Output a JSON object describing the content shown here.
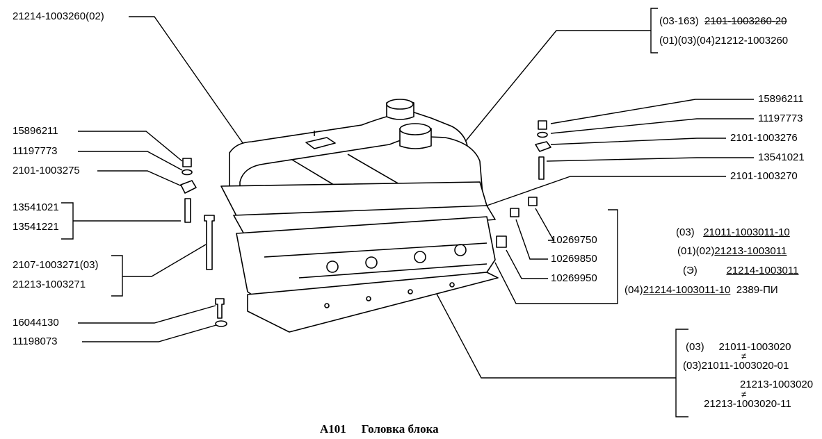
{
  "caption": {
    "code": "А101",
    "title": "Головка блока"
  },
  "left_labels": {
    "cover_top": "21214-1003260(02)",
    "nut": "15896211",
    "washer": "11197773",
    "plate": "2101-1003275",
    "stud_a": "13541021",
    "stud_b": "13541221",
    "bolt_a": "2107-1003271(03)",
    "bolt_b": "21213-1003271",
    "bolt_small": "16044130",
    "washer_small": "11198073"
  },
  "right_top": {
    "l1_prefix": "(03-163)",
    "l1_num": "2101-1003260-20",
    "l2": "(01)(03)(04)21212-1003260"
  },
  "right_labels": {
    "nut": "15896211",
    "washer": "11197773",
    "plate": "2101-1003276",
    "stud": "13541021",
    "gasket": "2101-1003270",
    "plug_1": "10269750",
    "plug_2": "10269850",
    "plug_3": "10269950"
  },
  "head_variants": {
    "v1_prefix": "(03)",
    "v1_num": "21011-1003011-10",
    "v2_prefix": "(01)(02)",
    "v2_num": "21213-1003011",
    "v3_prefix": "(Э)",
    "v3_num": "21214-1003011",
    "v4_prefix": "(04)",
    "v4_num": "21214-1003011-10",
    "v4_suffix": "2389-ПИ"
  },
  "gasket_variants": {
    "g1_prefix": "(03)",
    "g1_num": "21011-1003020",
    "g2": "(03)21011-1003020-01",
    "g3": "21213-1003020",
    "g4": "21213-1003020-11",
    "ne_symbol": "≠"
  }
}
